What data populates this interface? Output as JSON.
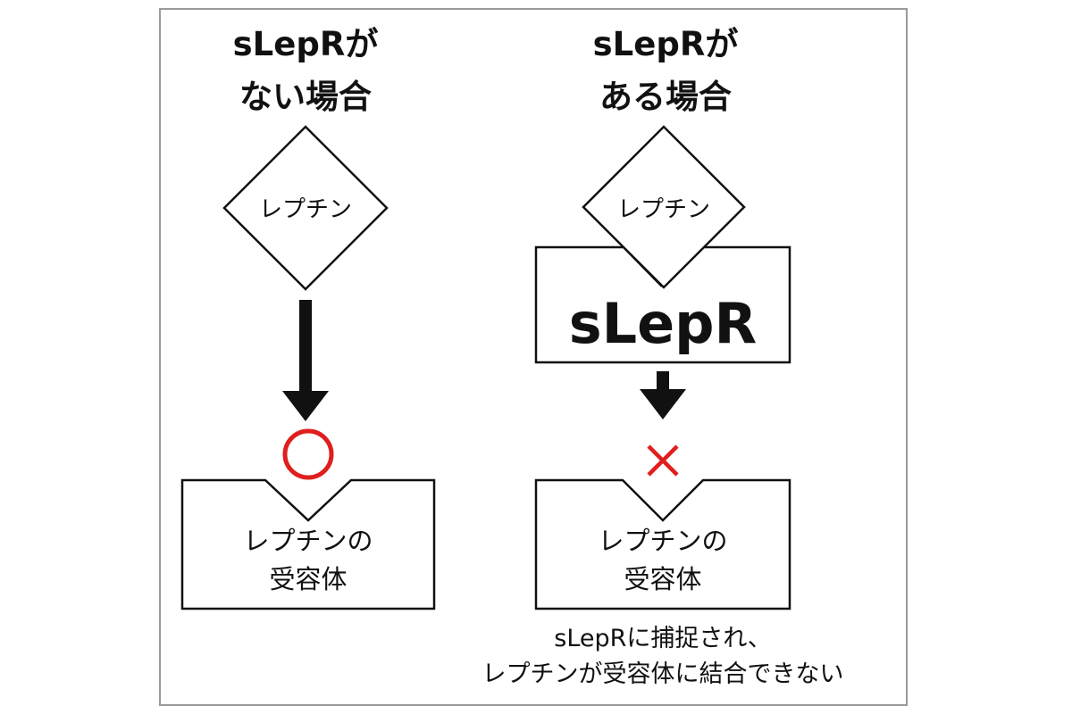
{
  "left": {
    "title_line1": "sLepRが",
    "title_line2": "ない場合",
    "ligand_label": "レプチン",
    "receptor_line1": "レプチンの",
    "receptor_line2": "受容体",
    "binding_result": "○"
  },
  "right": {
    "title_line1": "sLepRが",
    "title_line2": "ある場合",
    "ligand_label": "レプチン",
    "binder_label": "sLepR",
    "receptor_line1": "レプチンの",
    "receptor_line2": "受容体",
    "binding_result": "×",
    "caption_line1": "sLepRに捕捉され、",
    "caption_line2": "レプチンが受容体に結合できない"
  },
  "colors": {
    "line": "#111111",
    "ok_mark": "#e01e1e",
    "ng_mark": "#e01e1e",
    "frame": "#9a9a9a"
  }
}
